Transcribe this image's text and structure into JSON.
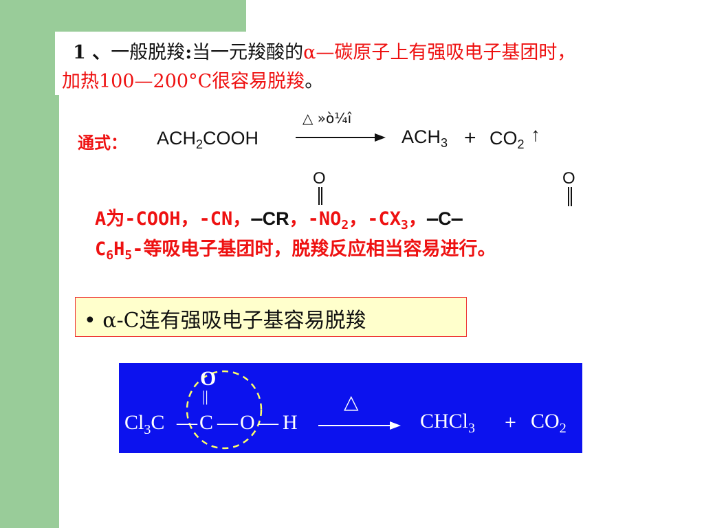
{
  "title": {
    "line1_num": "1 、",
    "line1_black": "一般脱羧",
    "line1_colon": ":",
    "line1_mid": "当一元羧酸的",
    "line1_red": "α—碳原子上有强吸电子基团时，",
    "line2_red": "加热100—200°C很容易脱羧",
    "line2_end": "。"
  },
  "equation": {
    "label": "通式：",
    "reactant": "ACH",
    "reactant_sub": "2",
    "reactant_tail": "COOH",
    "condition": "△ »ò¼î",
    "product1": "ACH",
    "product1_sub": "3",
    "plus": "+",
    "product2": "CO",
    "product2_sub": "2",
    "gas_arrow": "↑"
  },
  "a_groups": {
    "prefix": "A为-COOH，-CN，",
    "cr_dash": "—",
    "cr": "CR",
    "cr_o": "O",
    "sep1": "，-NO",
    "no_sub": "2",
    "sep2": "，-CX",
    "cx_sub": "3",
    "sep3": "，",
    "c_dash_l": "—",
    "c": "C",
    "c_dash_r": "—",
    "c_o": "O",
    "line2_c": "C",
    "line2_c_sub": "6",
    "line2_h": "H",
    "line2_h_sub": "5",
    "line2_rest": "-等吸电子基团时，脱羧反应相当容易进行。"
  },
  "bullet": {
    "dot": "•",
    "text": " α-C连有强吸电子基容易脱羧"
  },
  "blue_reaction": {
    "o_top": "O",
    "double_bond": "||",
    "cl": "Cl",
    "cl_sub": "3",
    "c1": "C",
    "bond1": "—",
    "c2": "C",
    "bond2": "—",
    "o": "O",
    "bond3": "—",
    "h": "H",
    "heat": "△",
    "p1": "CHCl",
    "p1_sub": "3",
    "plus": "+",
    "p2": "CO",
    "p2_sub": "2"
  },
  "colors": {
    "green": "#99cc99",
    "red": "#ee1111",
    "blue": "#0c12ee",
    "yellow_bg": "#ffffcc"
  }
}
